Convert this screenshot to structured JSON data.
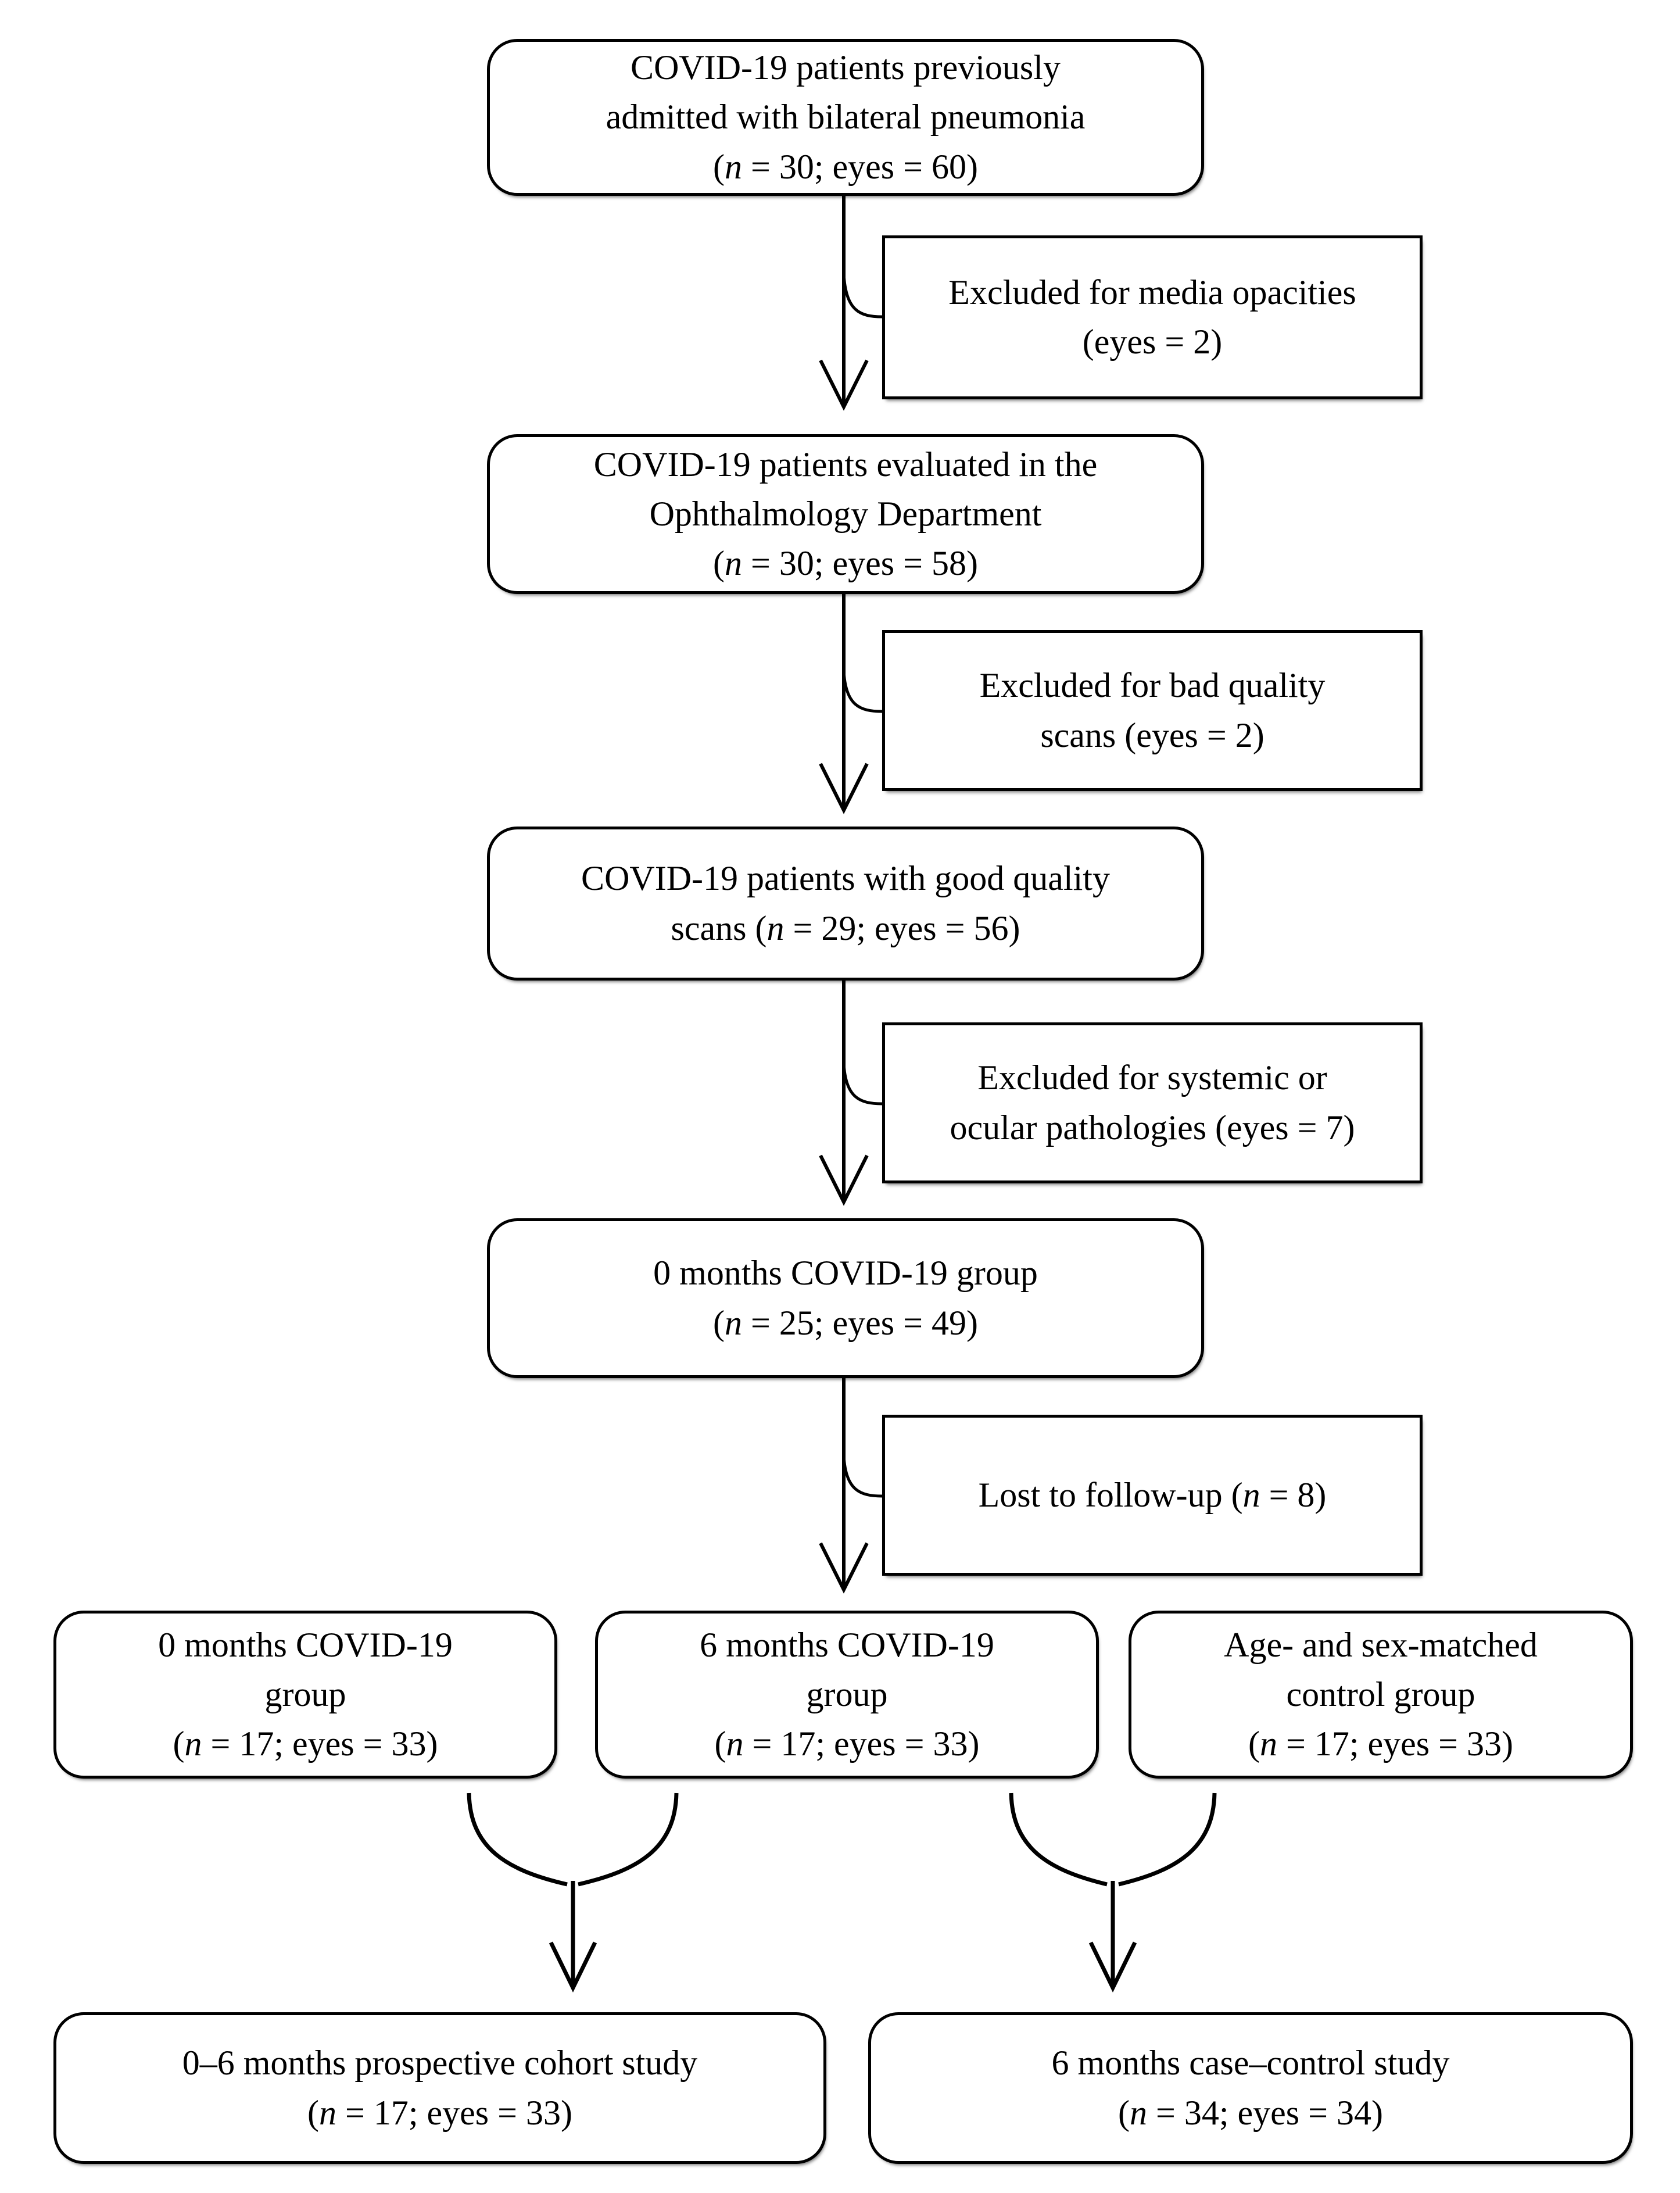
{
  "colors": {
    "ink": "#000000",
    "paper": "#ffffff"
  },
  "boxes": {
    "admitted": {
      "shape": "rounded",
      "lines": [
        [
          {
            "t": "COVID-19 patients previously"
          }
        ],
        [
          {
            "t": "admitted with bilateral pneumonia"
          }
        ],
        [
          {
            "t": "("
          },
          {
            "t": "n",
            "i": true
          },
          {
            "t": " = 30; eyes = 60)"
          }
        ]
      ]
    },
    "excluded_media_opacities": {
      "shape": "rect",
      "lines": [
        [
          {
            "t": "Excluded for media opacities"
          }
        ],
        [
          {
            "t": "(eyes = 2)"
          }
        ]
      ]
    },
    "evaluated": {
      "shape": "rounded",
      "lines": [
        [
          {
            "t": "COVID-19 patients evaluated in the"
          }
        ],
        [
          {
            "t": "Ophthalmology Department"
          }
        ],
        [
          {
            "t": "("
          },
          {
            "t": "n",
            "i": true
          },
          {
            "t": " = 30; eyes = 58)"
          }
        ]
      ]
    },
    "excluded_bad_quality": {
      "shape": "rect",
      "lines": [
        [
          {
            "t": "Excluded for bad quality"
          }
        ],
        [
          {
            "t": "scans (eyes = 2)"
          }
        ]
      ]
    },
    "good_quality": {
      "shape": "rounded",
      "lines": [
        [
          {
            "t": "COVID-19 patients with good quality"
          }
        ],
        [
          {
            "t": "scans ("
          },
          {
            "t": "n",
            "i": true
          },
          {
            "t": " = 29; eyes = 56)"
          }
        ]
      ]
    },
    "excluded_pathologies": {
      "shape": "rect",
      "lines": [
        [
          {
            "t": "Excluded for systemic or"
          }
        ],
        [
          {
            "t": "ocular pathologies (eyes = 7)"
          }
        ]
      ]
    },
    "zero_months_group": {
      "shape": "rounded",
      "lines": [
        [
          {
            "t": "0 months COVID-19 group"
          }
        ],
        [
          {
            "t": "("
          },
          {
            "t": "n",
            "i": true
          },
          {
            "t": " = 25; eyes = 49)"
          }
        ]
      ]
    },
    "lost_followup": {
      "shape": "rect",
      "lines": [
        [
          {
            "t": "Lost to follow-up ("
          },
          {
            "t": "n",
            "i": true
          },
          {
            "t": " = 8)"
          }
        ]
      ]
    },
    "zero_months_final": {
      "shape": "rounded",
      "lines": [
        [
          {
            "t": "0 months COVID-19"
          }
        ],
        [
          {
            "t": "group"
          }
        ],
        [
          {
            "t": "("
          },
          {
            "t": "n",
            "i": true
          },
          {
            "t": " = 17; eyes = 33)"
          }
        ]
      ]
    },
    "six_months_group": {
      "shape": "rounded",
      "lines": [
        [
          {
            "t": "6 months COVID-19"
          }
        ],
        [
          {
            "t": "group"
          }
        ],
        [
          {
            "t": "("
          },
          {
            "t": "n",
            "i": true
          },
          {
            "t": " = 17; eyes = 33)"
          }
        ]
      ]
    },
    "control_group": {
      "shape": "rounded",
      "lines": [
        [
          {
            "t": "Age- and sex-matched"
          }
        ],
        [
          {
            "t": "control group"
          }
        ],
        [
          {
            "t": "("
          },
          {
            "t": "n",
            "i": true
          },
          {
            "t": " = 17; eyes = 33)"
          }
        ]
      ]
    },
    "cohort_study": {
      "shape": "rounded",
      "lines": [
        [
          {
            "t": "0–6 months prospective cohort study"
          }
        ],
        [
          {
            "t": "("
          },
          {
            "t": "n",
            "i": true
          },
          {
            "t": " = 17; eyes = 33)"
          }
        ]
      ]
    },
    "case_control_study": {
      "shape": "rounded",
      "lines": [
        [
          {
            "t": "6 months case–control study"
          }
        ],
        [
          {
            "t": "("
          },
          {
            "t": "n",
            "i": true
          },
          {
            "t": " = 34; eyes = 34)"
          }
        ]
      ]
    }
  }
}
